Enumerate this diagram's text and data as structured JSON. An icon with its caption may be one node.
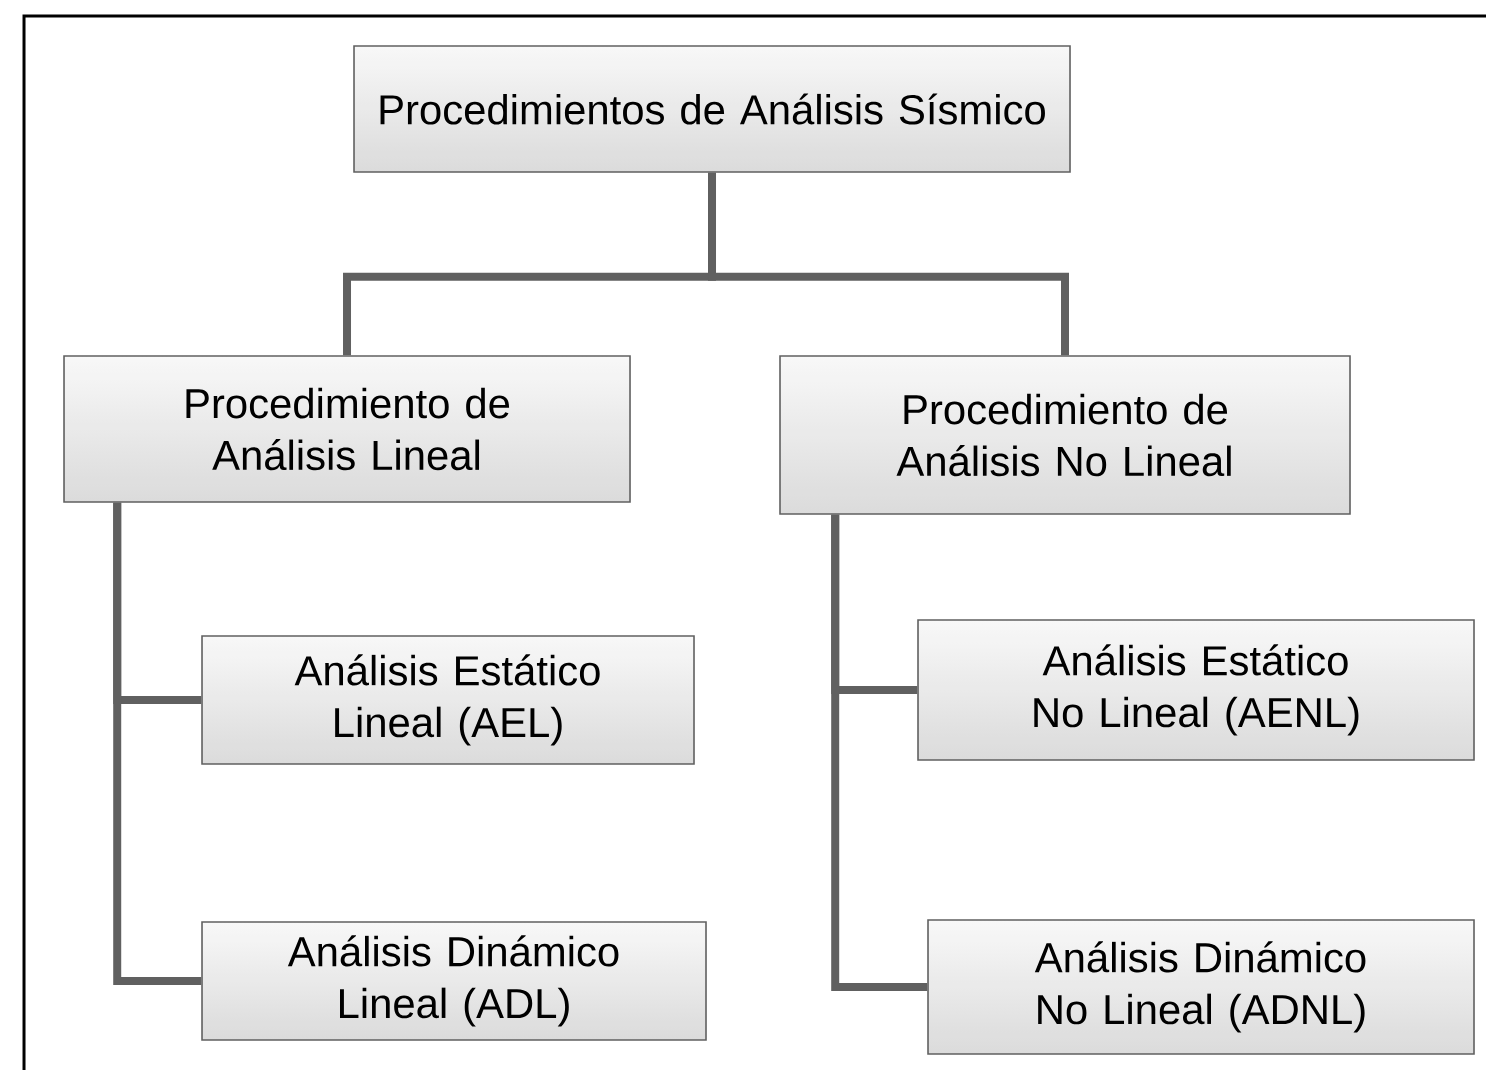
{
  "diagram": {
    "nodes": [
      {
        "text": [
          "Procedimientos de Análisis Sísmico"
        ]
      },
      {
        "text": [
          "Procedimiento de Análisis Lineal"
        ]
      },
      {
        "text": [
          "Procedimiento de Análisis No Lineal"
        ]
      },
      {
        "text": [
          "Análisis Estático Lineal (AEL)"
        ]
      },
      {
        "text": [
          "Análisis Estático No Lineal (AENL)"
        ]
      },
      {
        "text": [
          "Análisis Dinámico Lineal (ADL)"
        ]
      },
      {
        "text": [
          "Análisis Dinámico No Lineal (ADNL)"
        ]
      }
    ],
    "edges": [
      {
        "from": 0,
        "to": 1,
        "arrow": "none"
      },
      {
        "from": 0,
        "to": 2,
        "arrow": "none"
      },
      {
        "from": 1,
        "to": 3,
        "arrow": "none"
      },
      {
        "from": 1,
        "to": 5,
        "arrow": "none"
      },
      {
        "from": 2,
        "to": 4,
        "arrow": "none"
      },
      {
        "from": 2,
        "to": 6,
        "arrow": "none"
      }
    ]
  }
}
